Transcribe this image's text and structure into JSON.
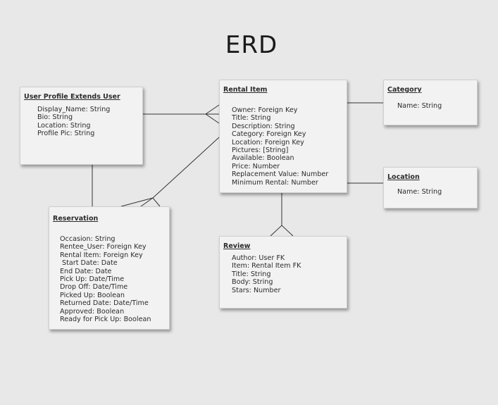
{
  "title": "ERD",
  "entities": {
    "user_profile": {
      "name": "User Profile Extends User",
      "fields": [
        "Display_Name: String",
        "Bio: String",
        "Location: String",
        "Profile Pic: String"
      ]
    },
    "rental_item": {
      "name": "Rental Item",
      "fields": [
        "Owner: Foreign Key",
        "Title: String",
        "Description: String",
        "Category: Foreign Key",
        "Location: Foreign Key",
        "Pictures: [String]",
        "Available: Boolean",
        "Price: Number",
        "Replacement Value: Number",
        "Minimum Rental: Number"
      ]
    },
    "category": {
      "name": "Category",
      "fields": [
        "Name: String"
      ]
    },
    "location": {
      "name": "Location",
      "fields": [
        "Name: String"
      ]
    },
    "reservation": {
      "name": "Reservation",
      "fields": [
        "Occasion: String",
        "Rentee_User: Foreign Key",
        "Rental Item: Foreign Key",
        " Start Date: Date",
        "End Date: Date",
        "Pick Up: Date/Time",
        "Drop Off: Date/Time",
        "Picked Up: Boolean",
        "Returned Date: Date/Time",
        "Approved: Boolean",
        "Ready for Pick Up: Boolean"
      ]
    },
    "review": {
      "name": "Review",
      "fields": [
        "Author: User FK",
        "Item: Rental Item FK",
        "Title: String",
        "Body: String",
        "Stars: Number"
      ]
    }
  }
}
